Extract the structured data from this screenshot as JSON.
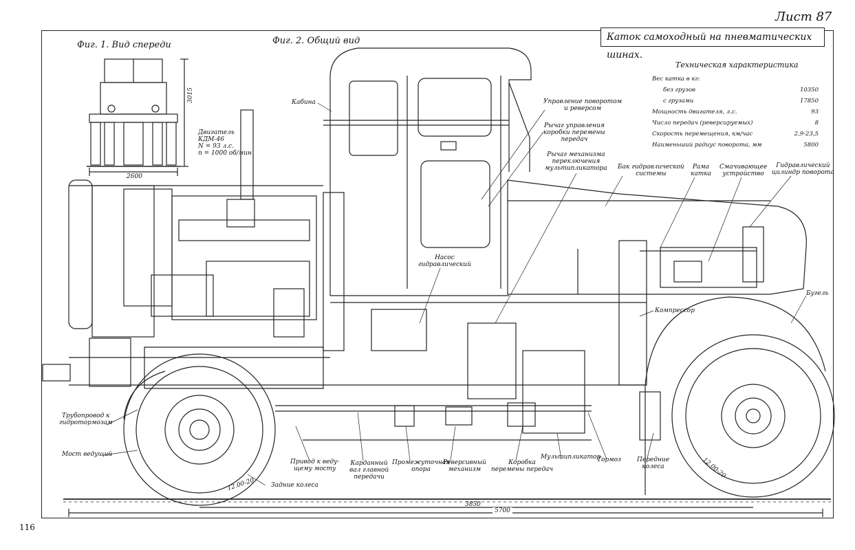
{
  "sheet": "Лист 87",
  "page_number": "116",
  "title": "Каток самоходный на пневматических шинах.",
  "figures": {
    "fig1": "Фиг. 1. Вид спереди",
    "fig2": "Фиг. 2. Общий вид"
  },
  "front_view": {
    "height_dim": "3015",
    "width_dim": "2600"
  },
  "engine_label": {
    "line1": "Двигатель",
    "line2": "КДМ-46",
    "line3": "N = 93 л.с.",
    "line4": "n = 1000 об/мин"
  },
  "specs": {
    "heading": "Техническая характеристика",
    "rows": [
      {
        "label": "Вес катка в кг:",
        "value": ""
      },
      {
        "label": "без грузов",
        "value": "10350"
      },
      {
        "label": "с грузами",
        "value": "17850"
      },
      {
        "label": "Мощность двигателя, л.с.",
        "value": "93"
      },
      {
        "label": "Число передач (реверсируемых)",
        "value": "8"
      },
      {
        "label": "Скорость перемещения, км/час",
        "value": "2,9-23,5"
      },
      {
        "label": "Наименьший радиус поворота, мм",
        "value": "5800"
      }
    ]
  },
  "labels": {
    "kabina": "Кабина",
    "upravlenie": [
      "Управление поворотом",
      "и реверсом"
    ],
    "rychag_korobki": [
      "Рычаг управления",
      "коробки перемены",
      "передач"
    ],
    "rychag_multi": [
      "Рычаг механизма",
      "переключения",
      "мультипликатора"
    ],
    "bak": [
      "Бак гидравлической",
      "системы"
    ],
    "rama": [
      "Рама",
      "катка"
    ],
    "smachiv": [
      "Смачивающее",
      "устройство"
    ],
    "gidrocil": [
      "Гидравлический",
      "цилиндр поворота"
    ],
    "nasos": [
      "Насос",
      "гидравлический"
    ],
    "kompressor": "Компрессор",
    "bugel": "Бугель",
    "truboprovod": [
      "Трубопровод к",
      "гидротормозам"
    ],
    "most": "Мост ведущий",
    "privod": [
      "Привод к веду-",
      "щему мосту"
    ],
    "kardan": [
      "Карданный",
      "вал главной",
      "передачи"
    ],
    "promezh": [
      "Промежуточная",
      "опора"
    ],
    "revers": [
      "Реверсивный",
      "механизм"
    ],
    "korobka": [
      "Коробка",
      "перемены передач"
    ],
    "multi": "Мультипликатор",
    "tormoz": "Тормоз",
    "perednie": [
      "Передние",
      "колеса"
    ],
    "zadnie": "Задние колеса",
    "tire_rear": "12.00-20",
    "tire_front": "12.00-20"
  },
  "dimensions": {
    "wheelbase": "3850",
    "length": "5700"
  }
}
